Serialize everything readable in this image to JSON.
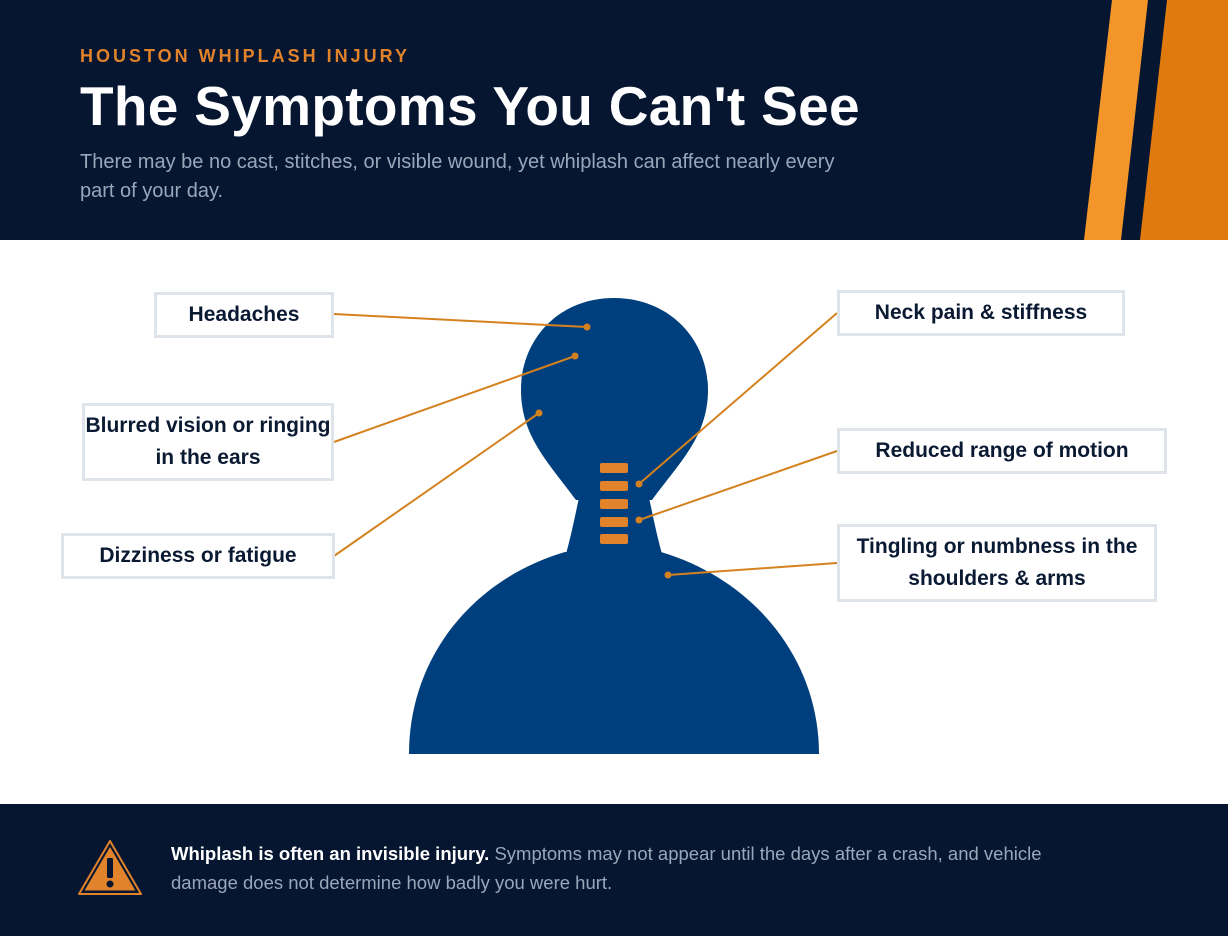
{
  "header": {
    "eyebrow": "HOUSTON WHIPLASH INJURY",
    "title": "The Symptoms You Can't See",
    "subtitle": "There may be no cast, stitches, or visible wound, yet whiplash can affect nearly every part of your day."
  },
  "symptoms": {
    "headaches": "Headaches",
    "blurred_vision": "Blurred vision or ringing in the ears",
    "dizziness": "Dizziness or fatigue",
    "neck_pain": "Neck pain & stiffness",
    "range_of_motion": "Reduced range of motion",
    "tingling": "Tingling or numbness in the shoulders & arms"
  },
  "footer": {
    "lead": "Whiplash is often an invisible injury.",
    "body": " Symptoms may not appear until the days after a crash, and vehicle damage does not determine how badly you were hurt."
  },
  "colors": {
    "navy": "#061631",
    "figure": "#003f7d",
    "accent": "#e0832a",
    "stripe_light": "#f4952a",
    "stripe_dark": "#e07a0e",
    "box_border": "#dfe4ea"
  },
  "icons": {
    "warning": "warning-triangle-icon"
  }
}
